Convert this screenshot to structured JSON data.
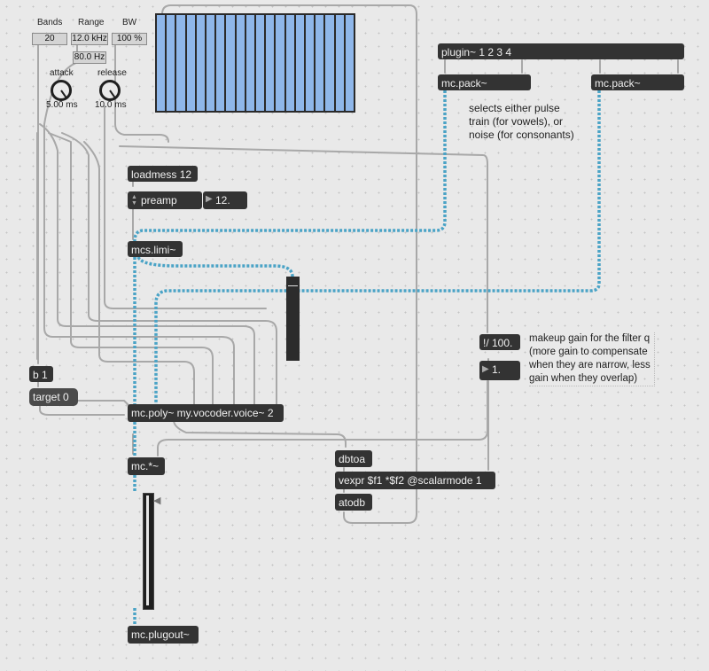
{
  "controls": {
    "bands": {
      "label": "Bands",
      "value": "20"
    },
    "range": {
      "label": "Range",
      "value": "12.0 kHz",
      "low_value": "80.0 Hz"
    },
    "bw": {
      "label": "BW",
      "value": "100 %"
    },
    "attack": {
      "label": "attack",
      "value": "5.00 ms"
    },
    "release": {
      "label": "release",
      "value": "10.0 ms"
    }
  },
  "spectrum": {
    "bar_color": "#8fb7ea",
    "bar_count": 20
  },
  "objects": {
    "loadmess": "loadmess 12",
    "preamp": "preamp",
    "preamp_value": "12.",
    "limiter": "mcs.limi~",
    "b1": "b 1",
    "target": "target 0",
    "poly": "mc.poly~ my.vocoder.voice~ 2",
    "mul": "mc.*~",
    "plugout": "mc.plugout~",
    "plugin": "plugin~ 1 2 3 4",
    "pack_left": "mc.pack~",
    "pack_right": "mc.pack~",
    "div": "!/ 100.",
    "div_value": "1.",
    "dbtoa": "dbtoa",
    "vexpr": "vexpr $f1 *$f2 @scalarmode 1",
    "atodb": "atodb"
  },
  "comments": {
    "selects": [
      "selects either pulse",
      "train (for vowels), or",
      "noise (for consonants)"
    ],
    "makeup": [
      "makeup gain for the filter q",
      "(more gain to compensate",
      "when they are narrow, less",
      "gain when they overlap)"
    ]
  },
  "colors": {
    "mc_cable": "#4aa3c6",
    "cable": "#a8a8a8",
    "object": "#333333"
  }
}
